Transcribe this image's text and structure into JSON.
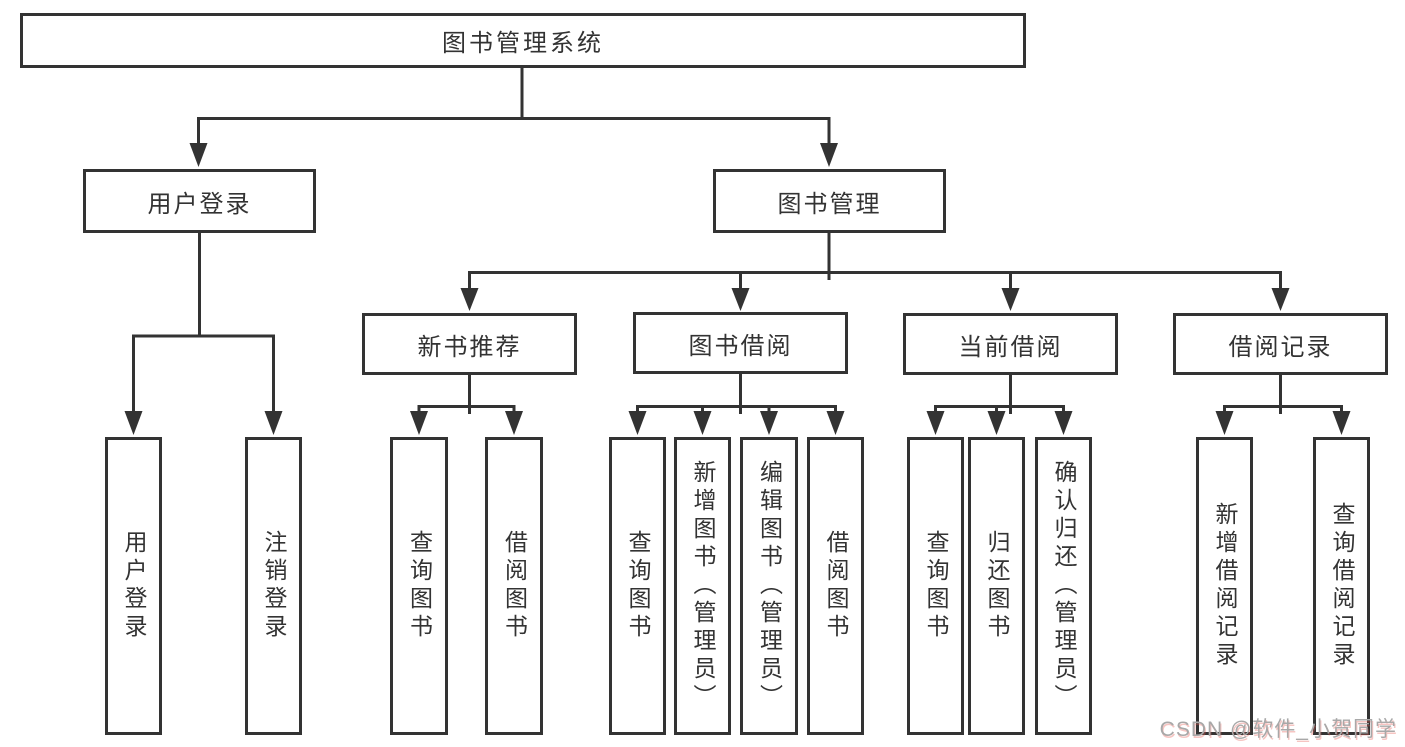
{
  "diagram": {
    "title": "图书管理系统",
    "nodes": {
      "root": "图书管理系统",
      "user_login": "用户登录",
      "book_mgmt": "图书管理",
      "new_book_rec": "新书推荐",
      "book_borrow": "图书借阅",
      "current_borrow": "当前借阅",
      "borrow_record": "借阅记录",
      "leaf_user_login": "用户登录",
      "leaf_logout": "注销登录",
      "leaf_query_book_1": "查询图书",
      "leaf_borrow_book_1": "借阅图书",
      "leaf_query_book_2": "查询图书",
      "leaf_add_book": "新增图书（管理员）",
      "leaf_edit_book": "编辑图书（管理员）",
      "leaf_borrow_book_2": "借阅图书",
      "leaf_query_book_3": "查询图书",
      "leaf_return_book": "归还图书",
      "leaf_confirm_return": "确认归还（管理员）",
      "leaf_add_record": "新增借阅记录",
      "leaf_query_record": "查询借阅记录"
    },
    "colors": {
      "line": "#333333",
      "text": "#333333",
      "background": "#ffffff",
      "watermark": "#a8a8a8"
    }
  },
  "watermark": "CSDN @软件_小贺同学"
}
